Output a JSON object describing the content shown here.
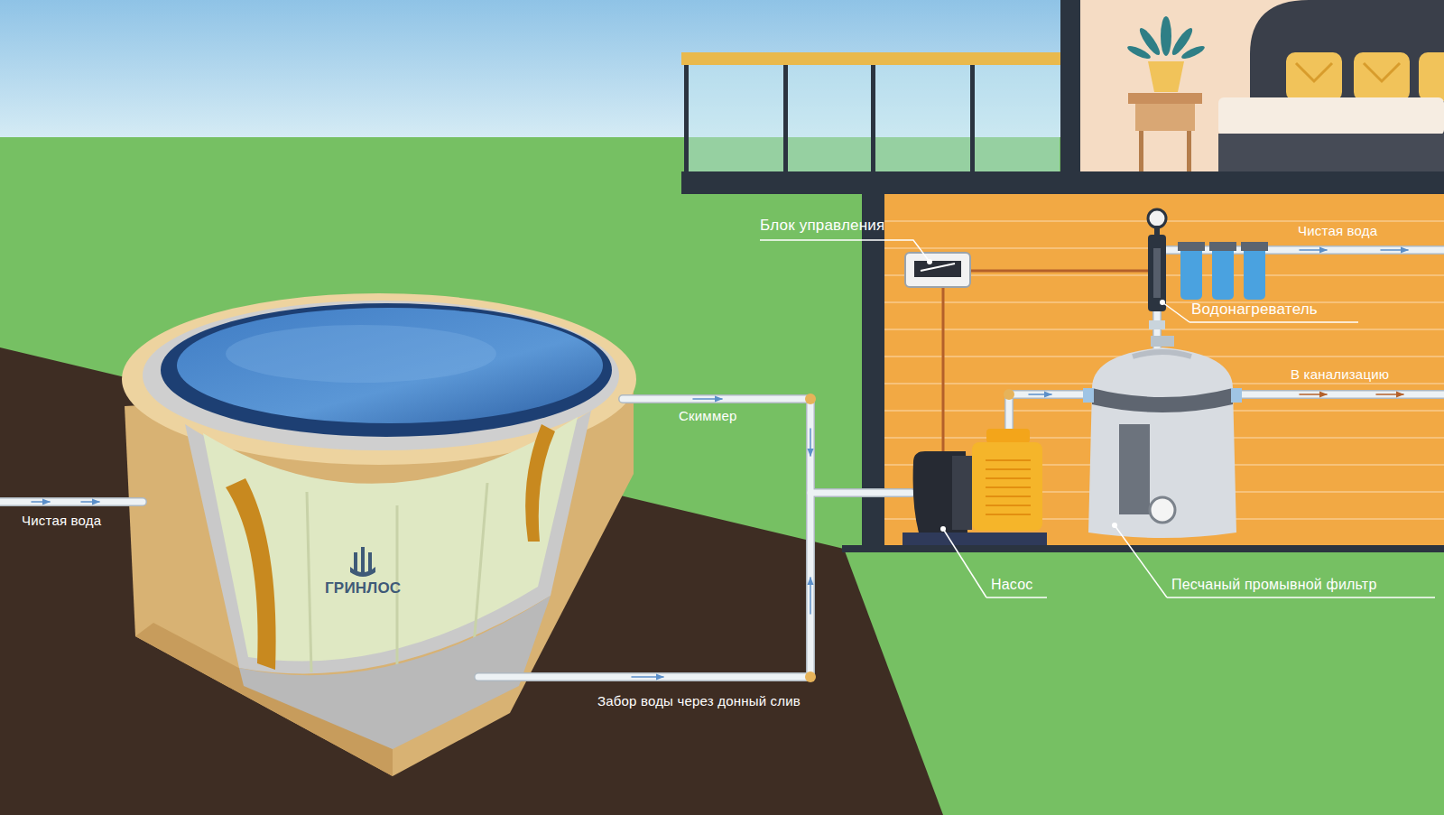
{
  "diagram": {
    "labels": [
      "Блок управления",
      "Чистая вода",
      "Водонагреватель",
      "В канализацию",
      "Скиммер",
      "Чистая вода",
      "ГРИНЛОС",
      "Насос",
      "Песчаный промывной фильтр",
      "Забор воды через донный слив"
    ]
  }
}
